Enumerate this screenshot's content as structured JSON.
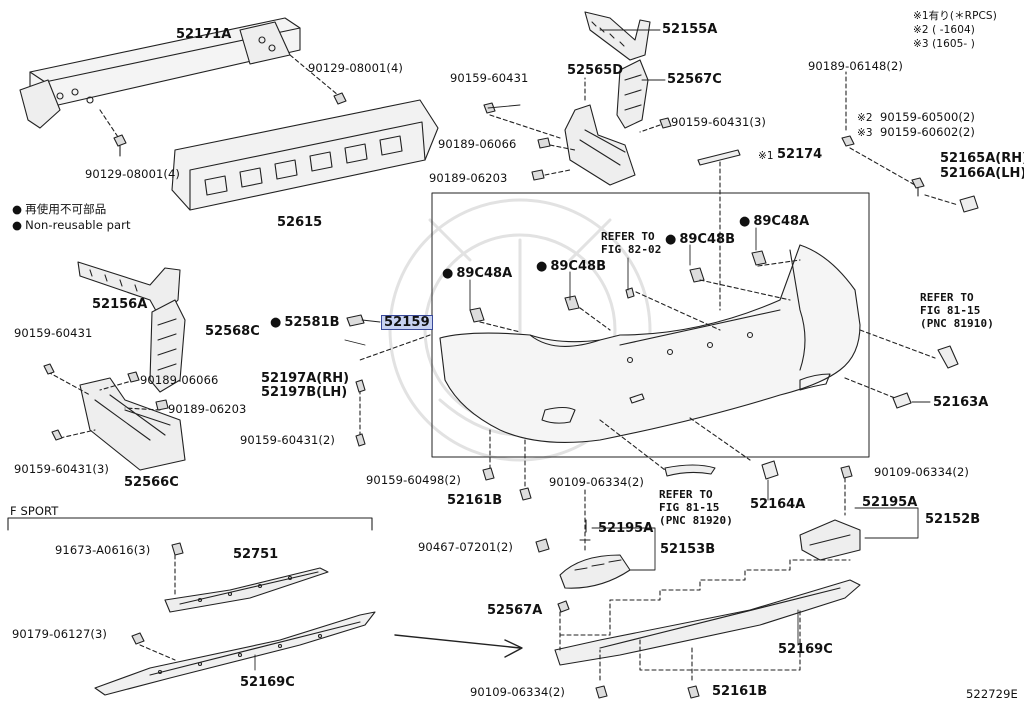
{
  "diagram": {
    "diagram_code": "522729E",
    "notes": [
      "※1有り(＊RPCS)",
      "※2 (        -1604)",
      "※3 (1605-        )"
    ],
    "legend": {
      "jp": "再使用不可部品",
      "en": "Non-reusable part"
    },
    "section_label": "F SPORT",
    "labels": {
      "p52171A": "52171A",
      "p90129_08001_a": "90129-08001(4)",
      "p90129_08001_b": "90129-08001(4)",
      "p52615": "52615",
      "p52156A": "52156A",
      "p90159_60431_l": "90159-60431",
      "p52568C": "52568C",
      "p90189_06066_l": "90189-06066",
      "p90189_06203_l": "90189-06203",
      "p90159_60431_3_l": "90159-60431(3)",
      "p52566C": "52566C",
      "p52155A": "52155A",
      "p90159_60431_t": "90159-60431",
      "p52565D": "52565D",
      "p52567C": "52567C",
      "p90159_60431_3_t": "90159-60431(3)",
      "p90189_06066_t": "90189-06066",
      "p90189_06203_t": "90189-06203",
      "p52174": "52174",
      "p52174_note": "※1",
      "p90189_06148": "90189-06148(2)",
      "p90159_60500_note": "※2",
      "p90159_60500": "90159-60500(2)",
      "p90159_60602_note": "※3",
      "p90159_60602": "90159-60602(2)",
      "p52165A": "52165A(RH)",
      "p52166A": "52166A(LH)",
      "p52581B": "52581B",
      "p52159": "52159",
      "p52197A": "52197A(RH)",
      "p52197B": "52197B(LH)",
      "p90159_60431_2": "90159-60431(2)",
      "p89C48A_1": "89C48A",
      "p89C48B_1": "89C48B",
      "p89C48B_2": "89C48B",
      "p89C48A_2": "89C48A",
      "p52163A": "52163A",
      "p90159_60498": "90159-60498(2)",
      "p52161B_a": "52161B",
      "p90109_06334_a": "90109-06334(2)",
      "p52164A": "52164A",
      "p90109_06334_b": "90109-06334(2)",
      "p52195A_a": "52195A",
      "p52152B": "52152B",
      "p52195A_b": "52195A",
      "p52153B": "52153B",
      "p90467_07201": "90467-07201(2)",
      "p52567A": "52567A",
      "p52169C_r": "52169C",
      "p90109_06334_c": "90109-06334(2)",
      "p52161B_b": "52161B",
      "p91673_A0616": "91673-A0616(3)",
      "p52751": "52751",
      "p90179_06127": "90179-06127(3)",
      "p52169C_l": "52169C"
    },
    "refers": {
      "fig8202": [
        "REFER TO",
        "FIG 82-02"
      ],
      "fig8115_r": [
        "REFER TO",
        "FIG 81-15",
        "(PNC 81910)"
      ],
      "fig8115_b": [
        "REFER TO",
        "FIG 81-15",
        "(PNC 81920)"
      ]
    }
  }
}
